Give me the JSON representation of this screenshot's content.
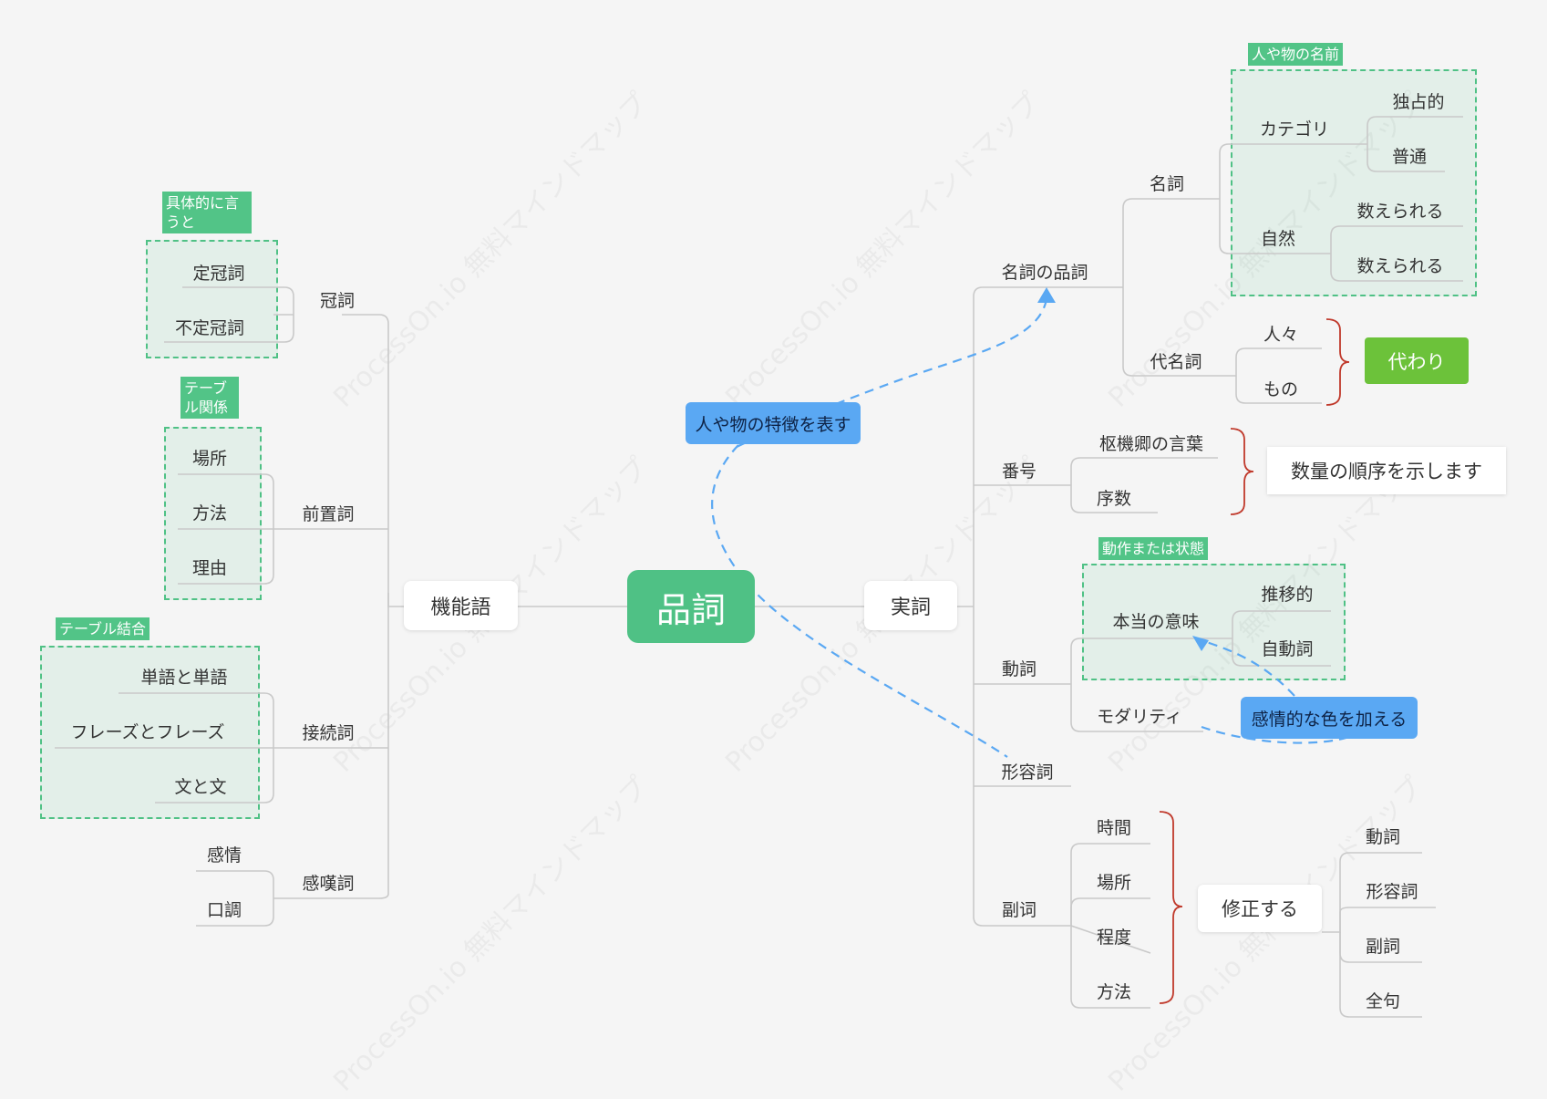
{
  "watermark": "ProcessOn.io 無料マインドマップ",
  "root": "品詞",
  "left": {
    "label": "機能語",
    "branches": {
      "kanshi": {
        "label": "冠詞",
        "tag": "具体的に言\nうと",
        "children": [
          "定冠詞",
          "不定冠詞"
        ]
      },
      "zenchi": {
        "label": "前置詞",
        "tag": "テーブ\nル関係",
        "children": [
          "場所",
          "方法",
          "理由"
        ]
      },
      "setsuzoku": {
        "label": "接続詞",
        "tag": "テーブル結合",
        "children": [
          "単語と単語",
          "フレーズとフレーズ",
          "文と文"
        ]
      },
      "kantan": {
        "label": "感嘆詞",
        "children": [
          "感情",
          "口調"
        ]
      }
    }
  },
  "right": {
    "label": "実詞",
    "meishi_no_hinshi": {
      "label": "名詞の品詞",
      "meishi": {
        "label": "名詞",
        "tag": "人や物の名前",
        "category": {
          "label": "カテゴリ",
          "children": [
            "独占的",
            "普通"
          ]
        },
        "shizen": {
          "label": "自然",
          "children": [
            "数えられる",
            "数えられる"
          ]
        }
      },
      "daimeishi": {
        "label": "代名詞",
        "children": [
          "人々",
          "もの"
        ],
        "summary": "代わり"
      }
    },
    "bango": {
      "label": "番号",
      "children": [
        "枢機卿の言葉",
        "序数"
      ],
      "summary": "数量の順序を示します"
    },
    "doushi": {
      "label": "動詞",
      "tag": "動作または状態",
      "hontou": {
        "label": "本当の意味",
        "children": [
          "推移的",
          "自動詞"
        ]
      },
      "modality": "モダリティ"
    },
    "keiyoushi": "形容詞",
    "fukushi": {
      "label": "副词",
      "children": [
        "時間",
        "場所",
        "程度",
        "方法"
      ],
      "summary": "修正する",
      "summary_children": [
        "動詞",
        "形容詞",
        "副詞",
        "全句"
      ]
    }
  },
  "callouts": {
    "features": "人や物の特徴を表す",
    "emotion": "感情的な色を加える"
  },
  "colors": {
    "root": "#4fc185",
    "tag": "#52c487",
    "callout": "#5aa8f3",
    "brace": "#c0392b",
    "summary_green": "#6cc23a"
  }
}
